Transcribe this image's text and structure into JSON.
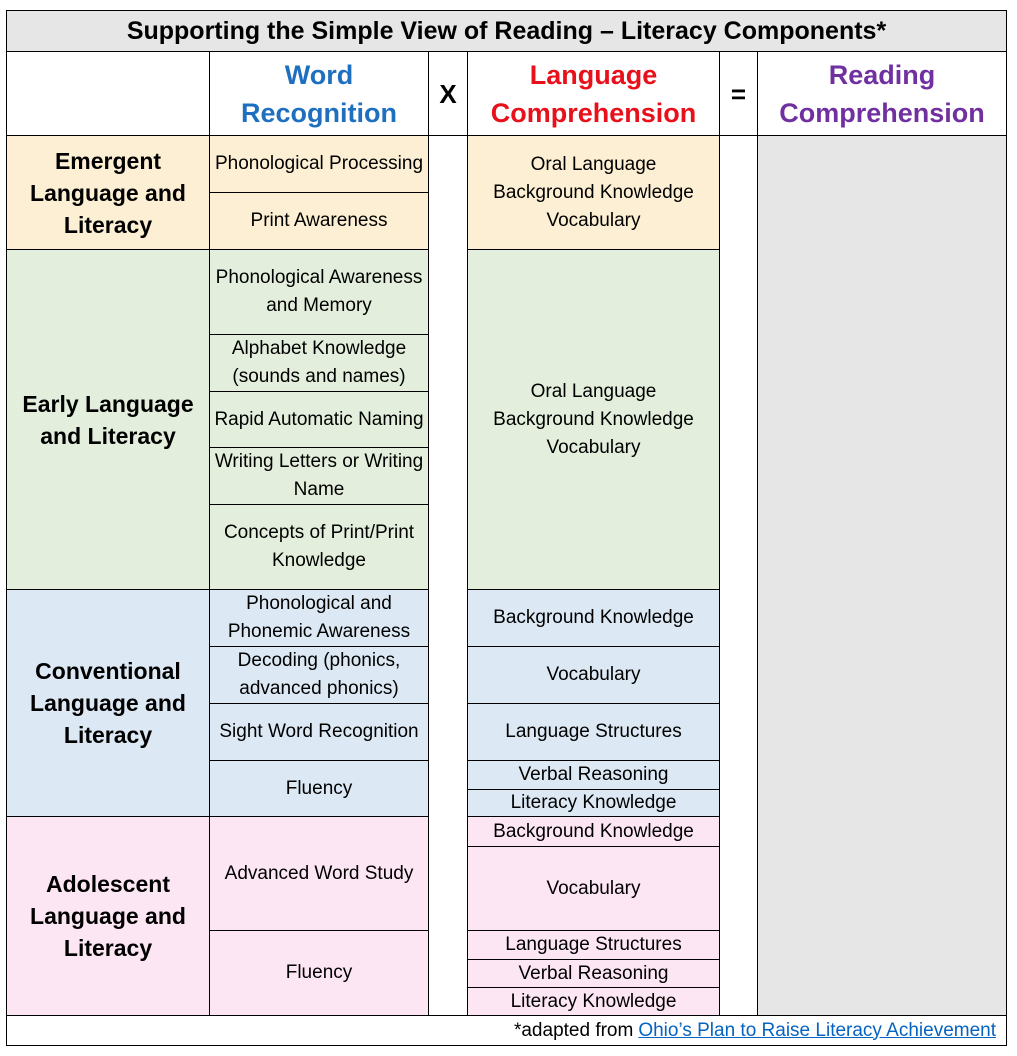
{
  "title": "Supporting the Simple View of Reading – Literacy Components*",
  "headers": {
    "word_recognition": "Word Recognition",
    "times": "X",
    "language_comprehension": "Language Comprehension",
    "equals": "=",
    "reading_comprehension": "Reading Comprehension"
  },
  "colors": {
    "word_recognition": "#1f6fc0",
    "language_comprehension": "#e8101a",
    "reading_comprehension": "#7030a0",
    "emergent_bg": "#fdefd3",
    "early_bg": "#e3efdc",
    "conventional_bg": "#dce8f4",
    "adolescent_bg": "#fde6f4",
    "gray_bg": "#e6e6e6"
  },
  "stages": [
    {
      "name": "Emergent Language and Literacy",
      "word_recognition": [
        "Phonological Processing",
        "Print Awareness"
      ],
      "language_comprehension": [
        "Oral Language",
        "Background Knowledge",
        "Vocabulary"
      ]
    },
    {
      "name": "Early Language and Literacy",
      "word_recognition": [
        "Phonological Awareness and Memory",
        "Alphabet Knowledge (sounds and names)",
        "Rapid Automatic Naming",
        "Writing Letters or Writing Name",
        "Concepts of Print/Print Knowledge"
      ],
      "language_comprehension": [
        "Oral Language",
        "Background Knowledge",
        "Vocabulary"
      ]
    },
    {
      "name": "Conventional Language and Literacy",
      "word_recognition": [
        "Phonological and Phonemic Awareness",
        "Decoding (phonics, advanced phonics)",
        "Sight Word Recognition",
        "Fluency"
      ],
      "language_comprehension": [
        "Background Knowledge",
        "Vocabulary",
        "Language Structures",
        "Verbal Reasoning",
        "Literacy Knowledge"
      ]
    },
    {
      "name": "Adolescent Language and Literacy",
      "word_recognition": [
        "Advanced Word Study",
        "Fluency"
      ],
      "language_comprehension": [
        "Background Knowledge",
        "Vocabulary",
        "Language Structures",
        "Verbal Reasoning",
        "Literacy Knowledge"
      ]
    }
  ],
  "footer": {
    "prefix": "*adapted from",
    "link_text": "Ohio’s Plan to Raise Literacy Achievement"
  }
}
